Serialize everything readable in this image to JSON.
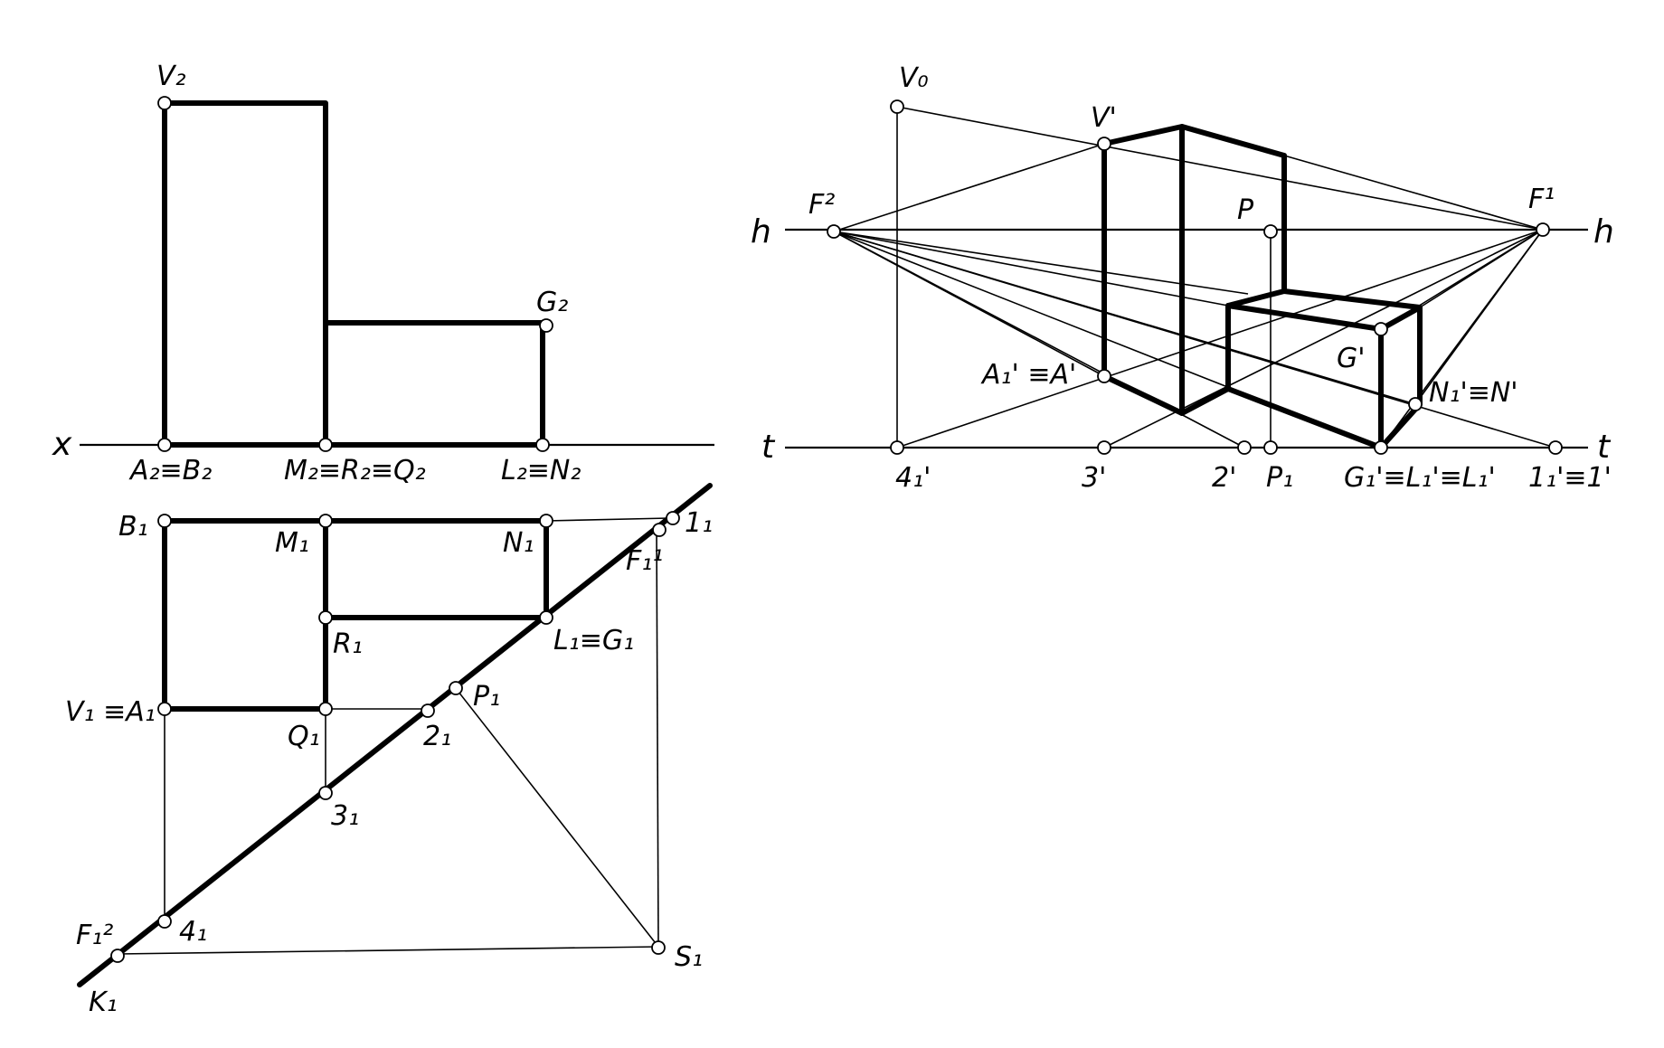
{
  "labels": {
    "V2": "V₂",
    "G2": "G₂",
    "X": "x",
    "A2B2": "A₂≡B₂",
    "M2R2Q2": "M₂≡R₂≡Q₂",
    "L2N2": "L₂≡N₂",
    "B1": "B₁",
    "M1": "M₁",
    "N1": "N₁",
    "one1": "1₁",
    "F1_1": "F₁¹",
    "R1": "R₁",
    "L1G1": "L₁≡G₁",
    "V1A1": "V₁ ≡A₁",
    "P1_plan": "P₁",
    "Q1": "Q₁",
    "two1": "2₁",
    "three1": "3₁",
    "four1": "4₁",
    "F1_2": "F₁²",
    "S1": "S₁",
    "K1": "K₁",
    "V0": "V₀",
    "Vp": "V'",
    "F2": "F²",
    "F1": "F¹",
    "h_left": "h",
    "h_right": "h",
    "P": "P",
    "A1pAp": "A₁' ≡A'",
    "Gp": "G'",
    "N1pNp": "N₁'≡N'",
    "t_left": "t",
    "t_right": "t",
    "four1p": "4₁'",
    "three_p": "3'",
    "two_p": "2'",
    "P1": "P₁",
    "G1pL1pL1p": "G₁'≡L₁'≡L₁'",
    "one1pOne": "1₁'≡1'"
  }
}
